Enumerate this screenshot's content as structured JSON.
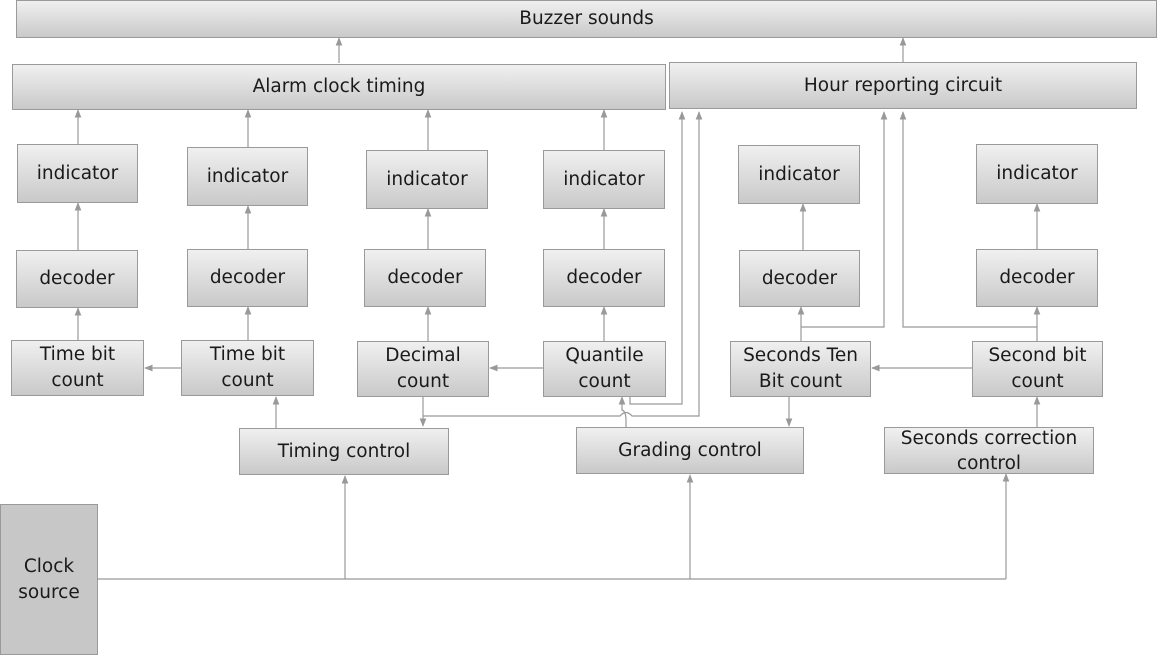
{
  "diagram": {
    "blocks": {
      "buzzer": "Buzzer sounds",
      "alarm": "Alarm clock timing",
      "hour_report": "Hour reporting circuit",
      "ind1": "indicator",
      "ind2": "indicator",
      "ind3": "indicator",
      "ind4": "indicator",
      "ind5": "indicator",
      "ind6": "indicator",
      "dec1": "decoder",
      "dec2": "decoder",
      "dec3": "decoder",
      "dec4": "decoder",
      "dec5": "decoder",
      "dec6": "decoder",
      "cnt1": "Time bit\ncount",
      "cnt2": "Time bit\ncount",
      "cnt3": "Decimal\ncount",
      "cnt4": "Quantile\ncount",
      "cnt5": "Seconds Ten\nBit count",
      "cnt6": "Second bit\ncount",
      "timing": "Timing control",
      "grading": "Grading control",
      "sec_corr": "Seconds correction\ncontrol",
      "clock": "Clock\nsource"
    },
    "colors": {
      "wire": "#999999",
      "border": "#9a9a9a",
      "fill_top": "#f0f0f0",
      "fill_bottom": "#c9c9c9"
    }
  }
}
